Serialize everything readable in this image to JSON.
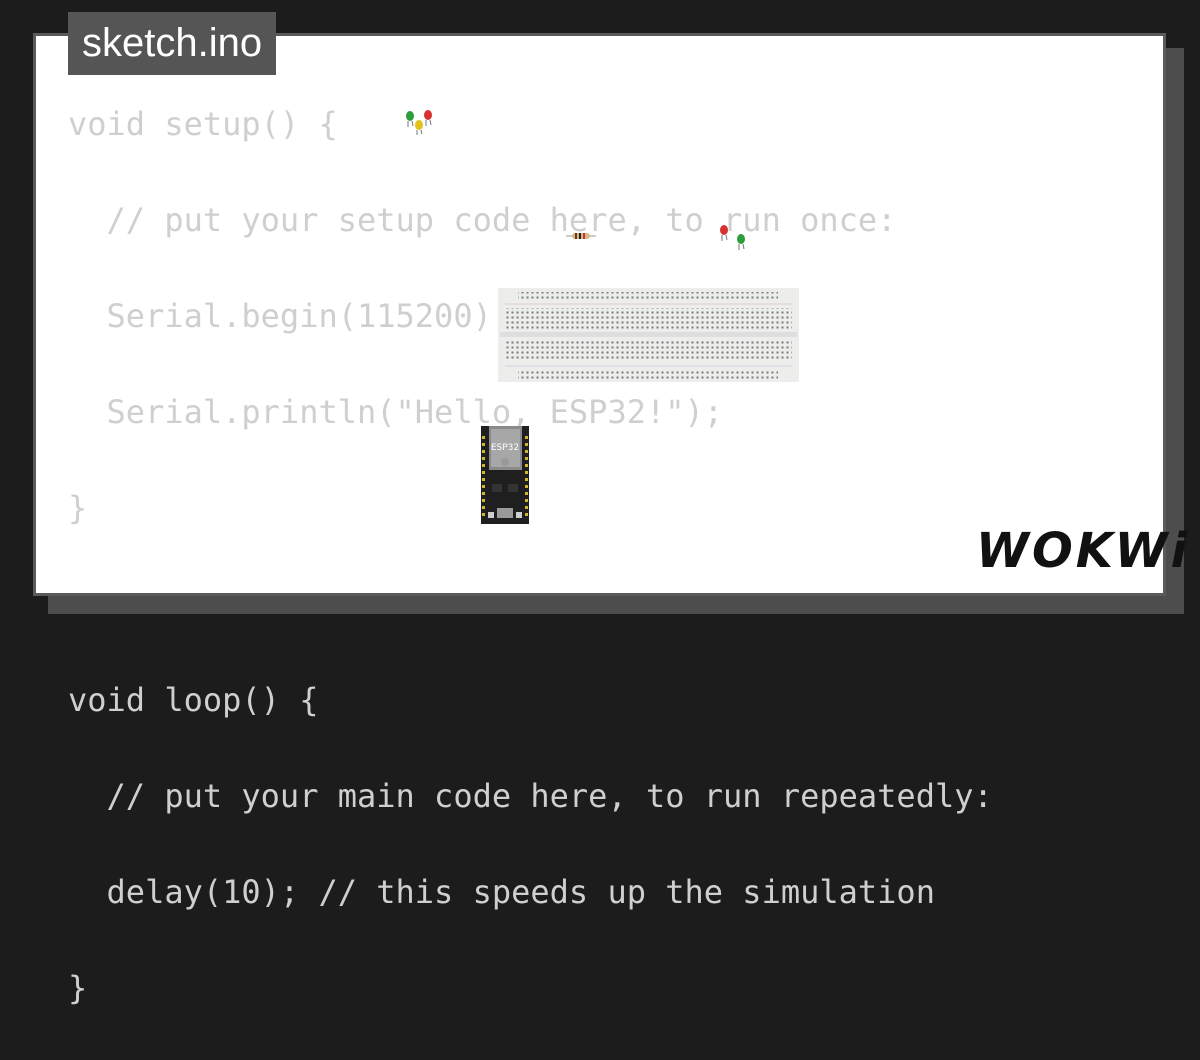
{
  "header": {
    "filename": "sketch.ino"
  },
  "code": {
    "lines": [
      "void setup() {",
      "  // put your setup code here, to run once:",
      "  Serial.begin(115200);",
      "  Serial.println(\"Hello, ESP32!\");",
      "}",
      "",
      "void loop() {",
      "  // put your main code here, to run repeatedly:",
      "  delay(10); // this speeds up the simulation",
      "}"
    ]
  },
  "diagram": {
    "board_label": "ESP32",
    "parts": [
      "led-green",
      "led-yellow",
      "led-red",
      "resistor",
      "led-red",
      "led-green",
      "breadboard",
      "esp32-devkit"
    ]
  },
  "branding": {
    "logo_text": "WOKWi"
  },
  "colors": {
    "background": "#1c1c1c",
    "card": "#ffffff",
    "tab": "#555555",
    "code_text": "#cfcfcf",
    "led_green": "#2e9e3c",
    "led_yellow": "#e0c21a",
    "led_red": "#d93030"
  }
}
